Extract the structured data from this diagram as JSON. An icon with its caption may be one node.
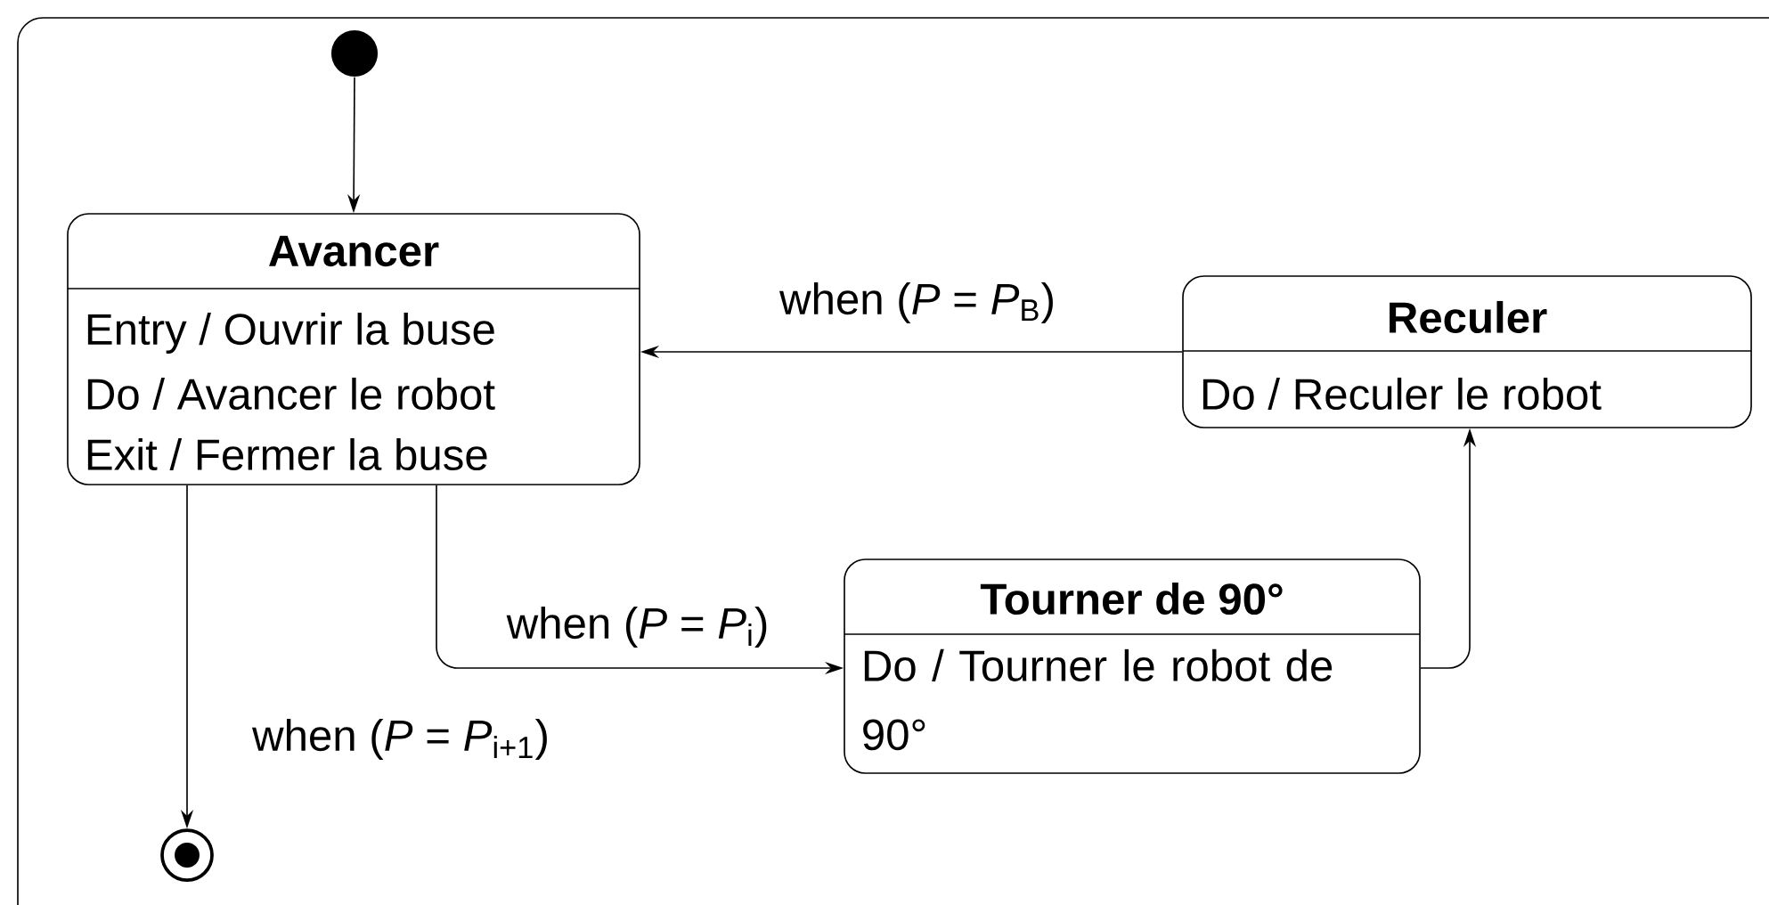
{
  "diagram": {
    "nodes": [
      {
        "text": [],
        "shape": "circle"
      },
      {
        "text": [
          "Avancer",
          "Entry / Ouvrir la buse",
          "Do / Avancer le robot",
          "Exit / Fermer la buse"
        ]
      },
      {
        "text": [
          "Reculer",
          "Do / Reculer le robot"
        ]
      },
      {
        "text": [
          "Tourner de 90°",
          "Do / Tourner le robot de 90°"
        ]
      },
      {
        "text": [],
        "shape": "circle"
      }
    ],
    "edges": [
      {
        "from": 0,
        "to": 1,
        "arrow": "to"
      },
      {
        "from": 2,
        "to": 1,
        "arrow": "to",
        "label": "when (*P* = *P*$_{B}$)"
      },
      {
        "from": 1,
        "to": 3,
        "arrow": "to",
        "label": "when (*P* = *P*$_{i}$)"
      },
      {
        "from": 3,
        "to": 2,
        "arrow": "to"
      },
      {
        "from": 1,
        "to": 4,
        "arrow": "to",
        "label": "when (*P* = *P*$_{i+1}$)"
      }
    ]
  }
}
